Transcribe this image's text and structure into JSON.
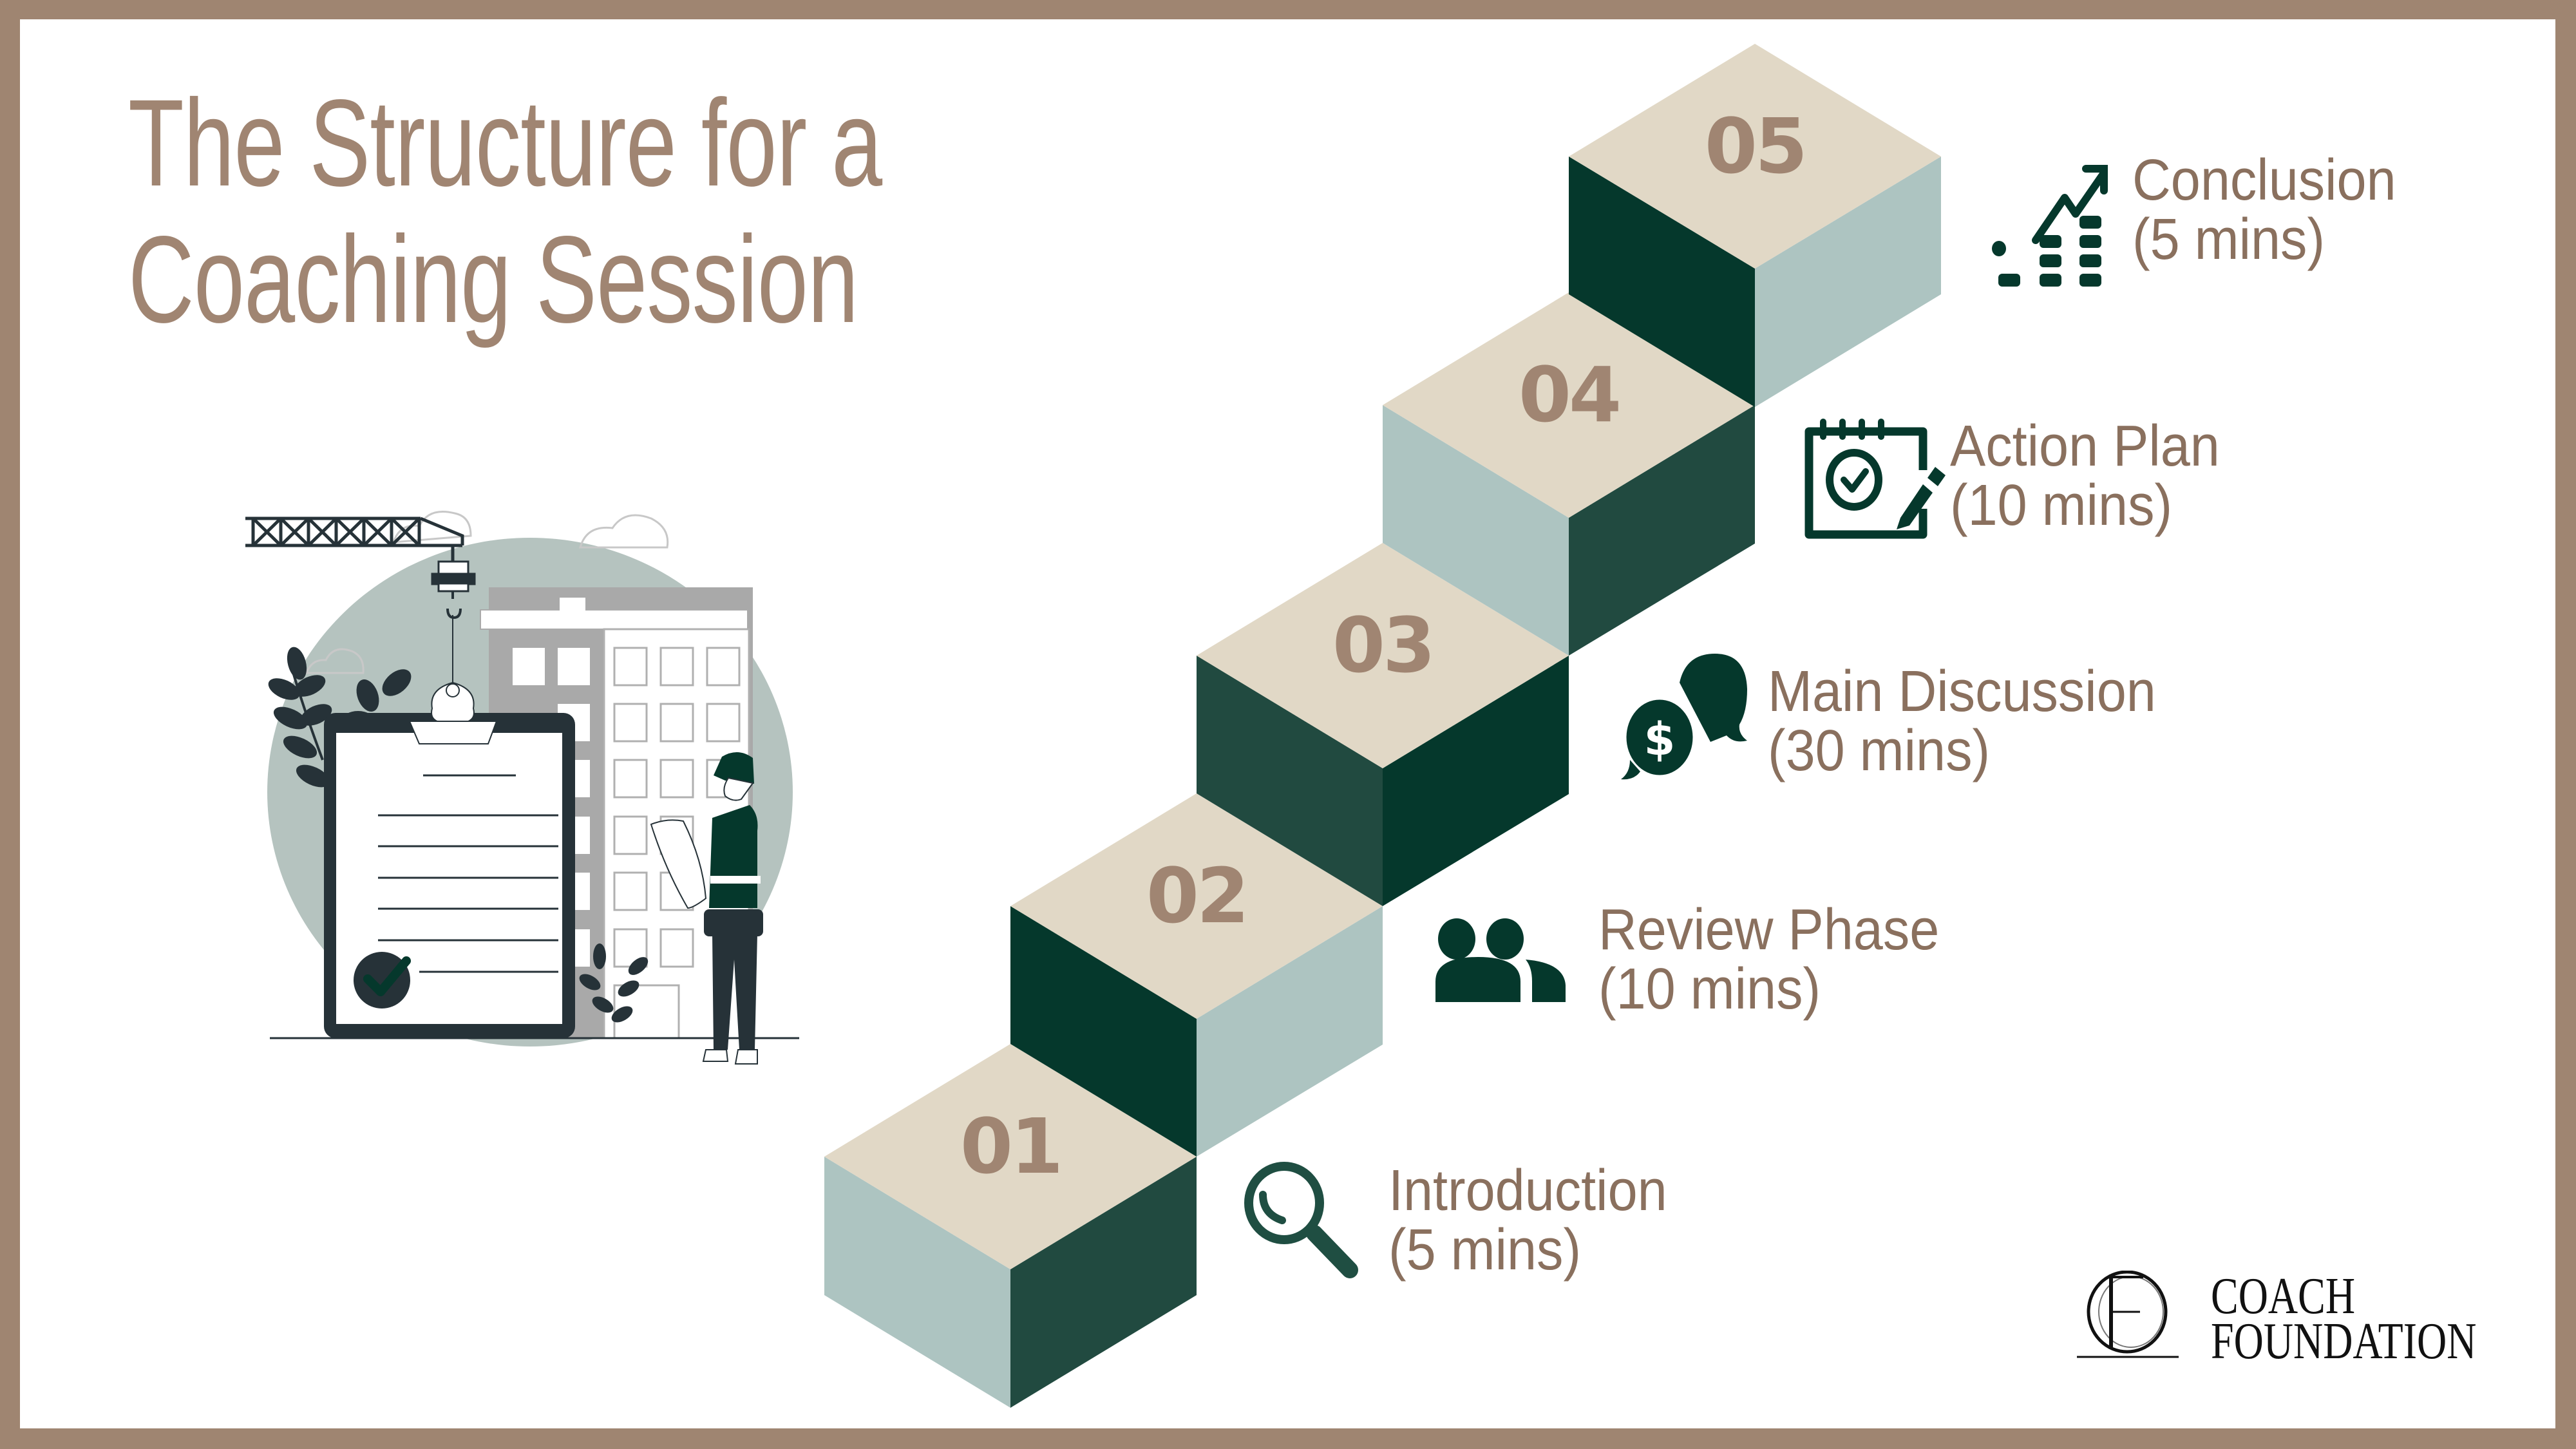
{
  "title": {
    "line1": "The Structure for a",
    "line2": "Coaching Session"
  },
  "colors": {
    "frame": "#9f8571",
    "title": "#a08572",
    "label_text": "#8a705e",
    "cube_top": "#e1d8c6",
    "cube_dark": "#05382c",
    "cube_medium": "#214a40",
    "cube_light": "#adc4c1",
    "icon": "#05382c"
  },
  "steps": [
    {
      "number": "01",
      "name": "Introduction",
      "duration": "(5 mins)",
      "icon": "magnifier-icon"
    },
    {
      "number": "02",
      "name": "Review Phase",
      "duration": "(10 mins)",
      "icon": "people-icon"
    },
    {
      "number": "03",
      "name": "Main Discussion",
      "duration": "(30 mins)",
      "icon": "chat-dollar-icon"
    },
    {
      "number": "04",
      "name": "Action Plan",
      "duration": "(10 mins)",
      "icon": "notepad-check-icon"
    },
    {
      "number": "05",
      "name": "Conclusion",
      "duration": "(5 mins)",
      "icon": "growth-chart-icon"
    }
  ],
  "logo": {
    "monogram": "CF",
    "line1": "COACH",
    "line2": "FOUNDATION"
  }
}
